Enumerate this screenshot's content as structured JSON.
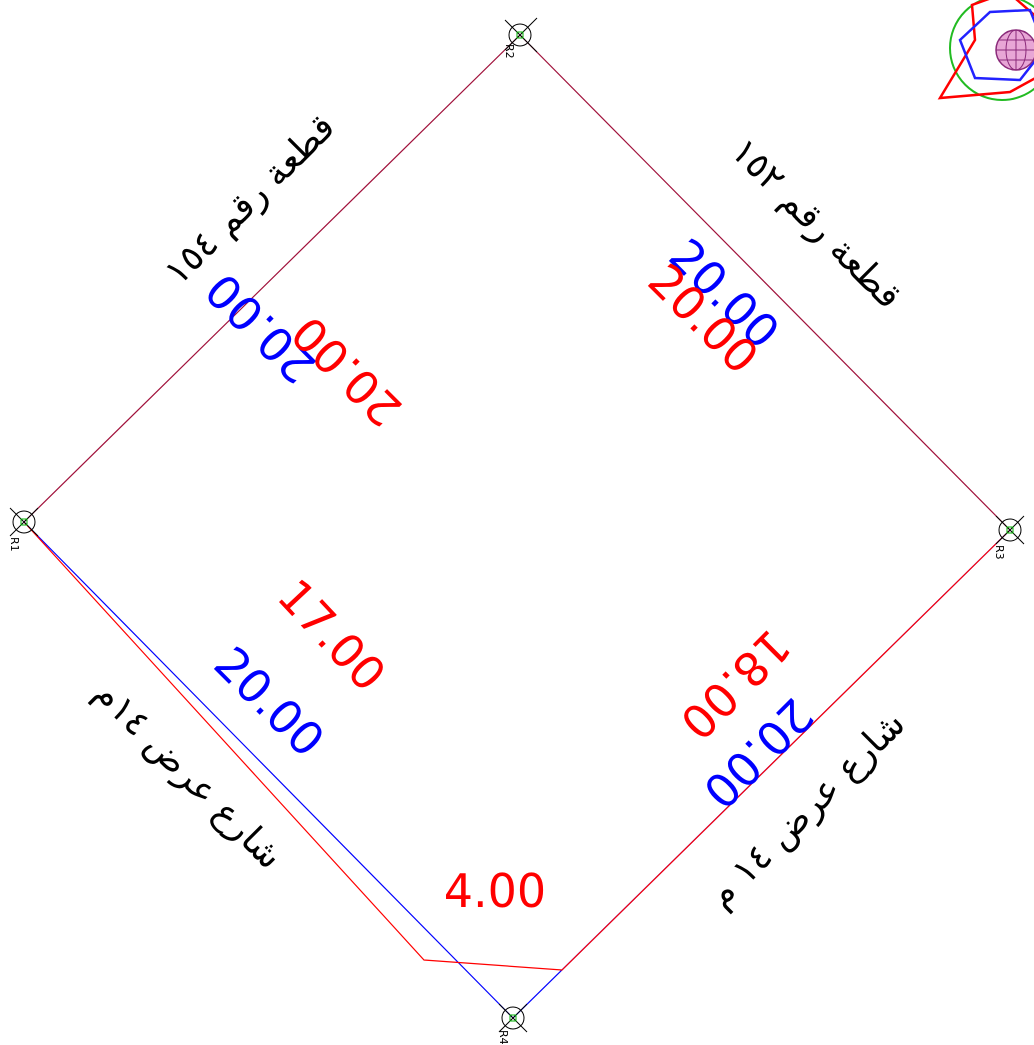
{
  "colors": {
    "survey": "#ff0000",
    "deed": "#0000ff",
    "boundary": "#a0103a",
    "text": "#000000"
  },
  "points": [
    "R1",
    "R2",
    "R3",
    "R4"
  ],
  "neighbors": {
    "north_west": "قطعة رقم ١٥٤",
    "north_east": "قطعة رقم ١٥٢",
    "south_west": "شارع عرض ١٤م",
    "south_east": "شارع عرض ١٤ م"
  },
  "dimensions": {
    "nw_deed": "20.00",
    "nw_survey": "20.00",
    "ne_deed": "20.00",
    "ne_survey": "20.00",
    "sw_survey": "17.00",
    "sw_deed": "20.00",
    "se_survey": "18.00",
    "se_deed": "20.00",
    "chamfer": "4.00"
  },
  "icons": {
    "north_arrow": "north-arrow-compass-icon",
    "point_marker": "survey-point-marker-icon"
  }
}
